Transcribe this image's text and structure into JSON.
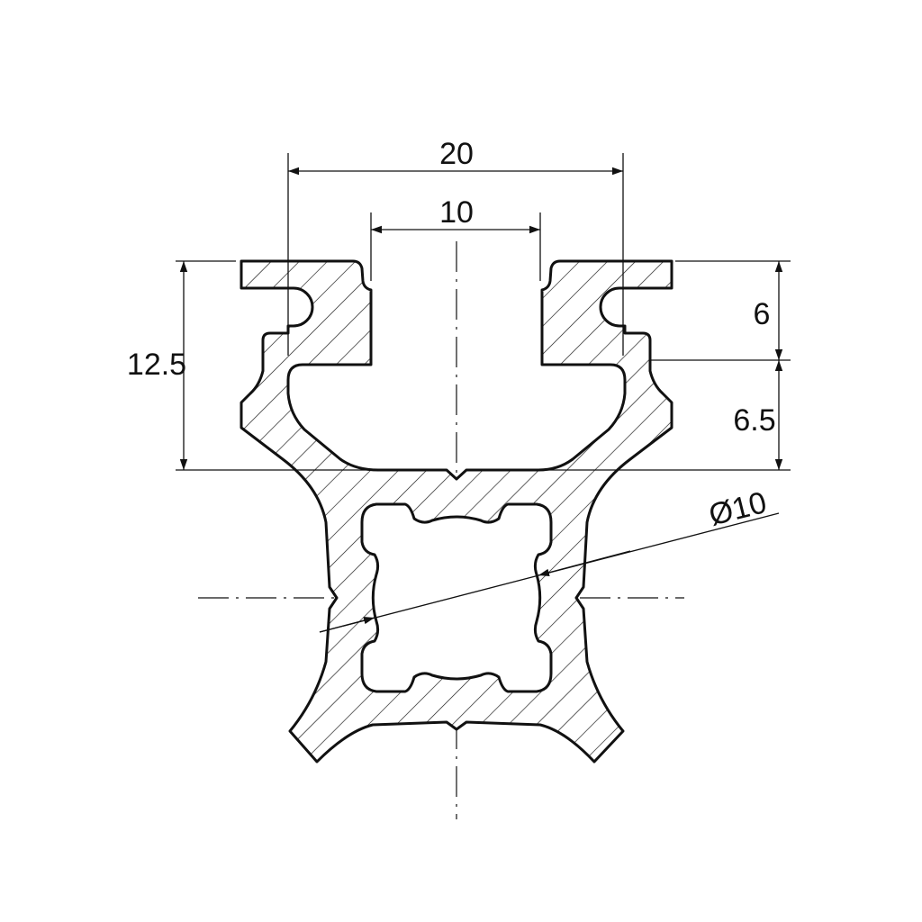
{
  "dimensions": {
    "outer_width": "20",
    "slot_width": "10",
    "total_height": "12.5",
    "upper_height": "6",
    "lower_height": "6.5",
    "bore_diameter": "Ø10"
  },
  "colors": {
    "line": "#111111",
    "background": "#ffffff"
  }
}
